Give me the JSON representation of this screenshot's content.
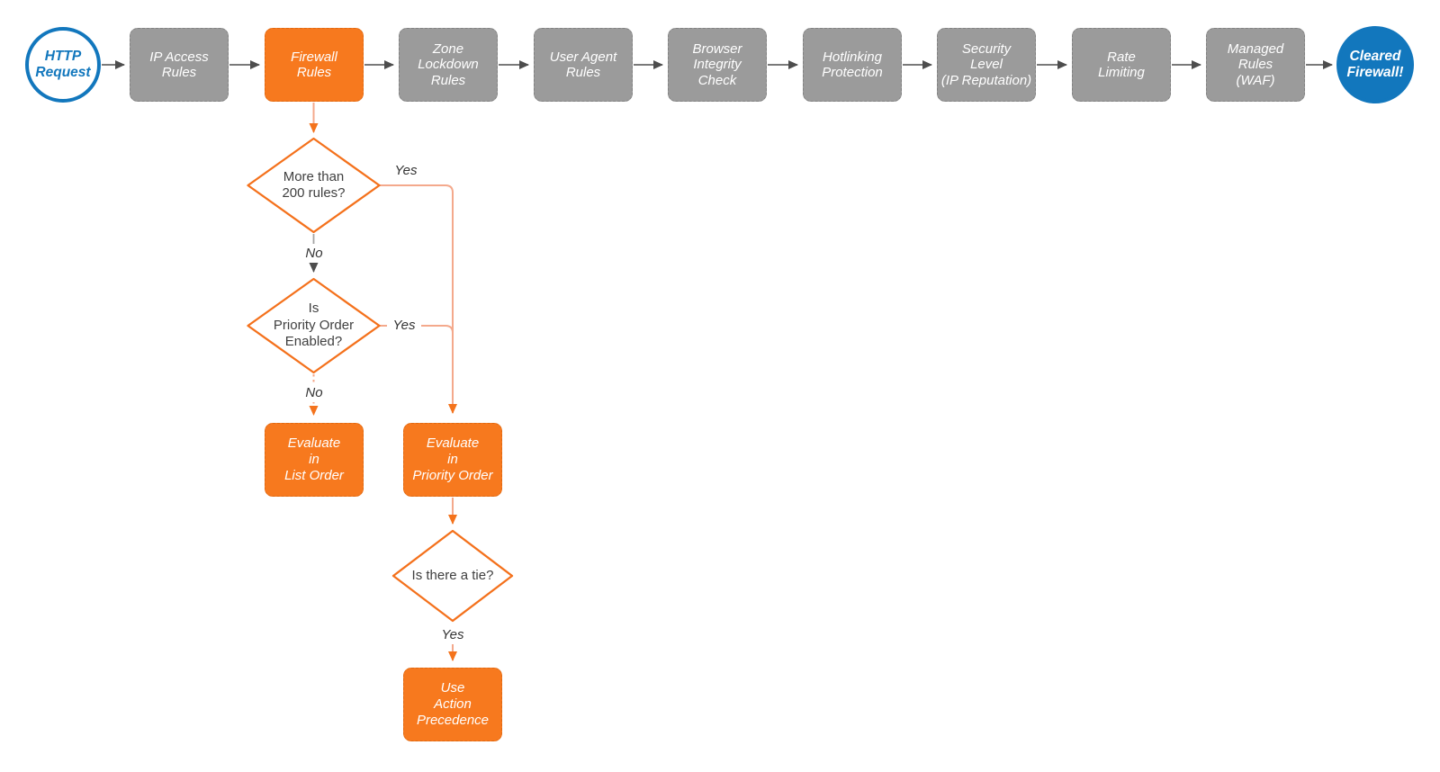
{
  "colors": {
    "accent_orange": "#F7791E",
    "accent_orange_border": "#F4711C",
    "connector_orange": "#F4A98C",
    "arrow_orange": "#F4731C",
    "stage_gray": "#9B9B9B",
    "connector_dark": "#4D4D4D",
    "connector_gray": "#A5A5A5",
    "brand_blue": "#1277BD",
    "diamond_text": "#404040",
    "label_text": "#333333"
  },
  "pipeline": [
    {
      "id": "http-request",
      "label": "HTTP\nRequest",
      "type": "start-circle"
    },
    {
      "id": "ip-access-rules",
      "label": "IP Access\nRules",
      "type": "stage"
    },
    {
      "id": "firewall-rules",
      "label": "Firewall\nRules",
      "type": "stage-highlighted"
    },
    {
      "id": "zone-lockdown-rules",
      "label": "Zone\nLockdown\nRules",
      "type": "stage"
    },
    {
      "id": "user-agent-rules",
      "label": "User Agent\nRules",
      "type": "stage"
    },
    {
      "id": "browser-integrity-check",
      "label": "Browser\nIntegrity\nCheck",
      "type": "stage"
    },
    {
      "id": "hotlinking-protection",
      "label": "Hotlinking\nProtection",
      "type": "stage"
    },
    {
      "id": "security-level",
      "label": "Security\nLevel\n(IP Reputation)",
      "type": "stage"
    },
    {
      "id": "rate-limiting",
      "label": "Rate\nLimiting",
      "type": "stage"
    },
    {
      "id": "managed-rules-waf",
      "label": "Managed\nRules\n(WAF)",
      "type": "stage"
    },
    {
      "id": "cleared-firewall",
      "label": "Cleared\nFirewall!",
      "type": "end-circle"
    }
  ],
  "decisions": [
    {
      "id": "more-than-200-rules",
      "label": "More than\n200 rules?"
    },
    {
      "id": "priority-order-enabled",
      "label": "Is\nPriority Order\nEnabled?"
    },
    {
      "id": "is-there-a-tie",
      "label": "Is there a tie?"
    }
  ],
  "actions": [
    {
      "id": "evaluate-in-list-order",
      "label": "Evaluate\nin\nList Order"
    },
    {
      "id": "evaluate-in-priority-order",
      "label": "Evaluate\nin\nPriority Order"
    },
    {
      "id": "use-action-precedence",
      "label": "Use\nAction\nPrecedence"
    }
  ],
  "edge_labels": {
    "d1_yes": "Yes",
    "d1_no": "No",
    "d2_yes": "Yes",
    "d2_no": "No",
    "d3_yes": "Yes"
  }
}
